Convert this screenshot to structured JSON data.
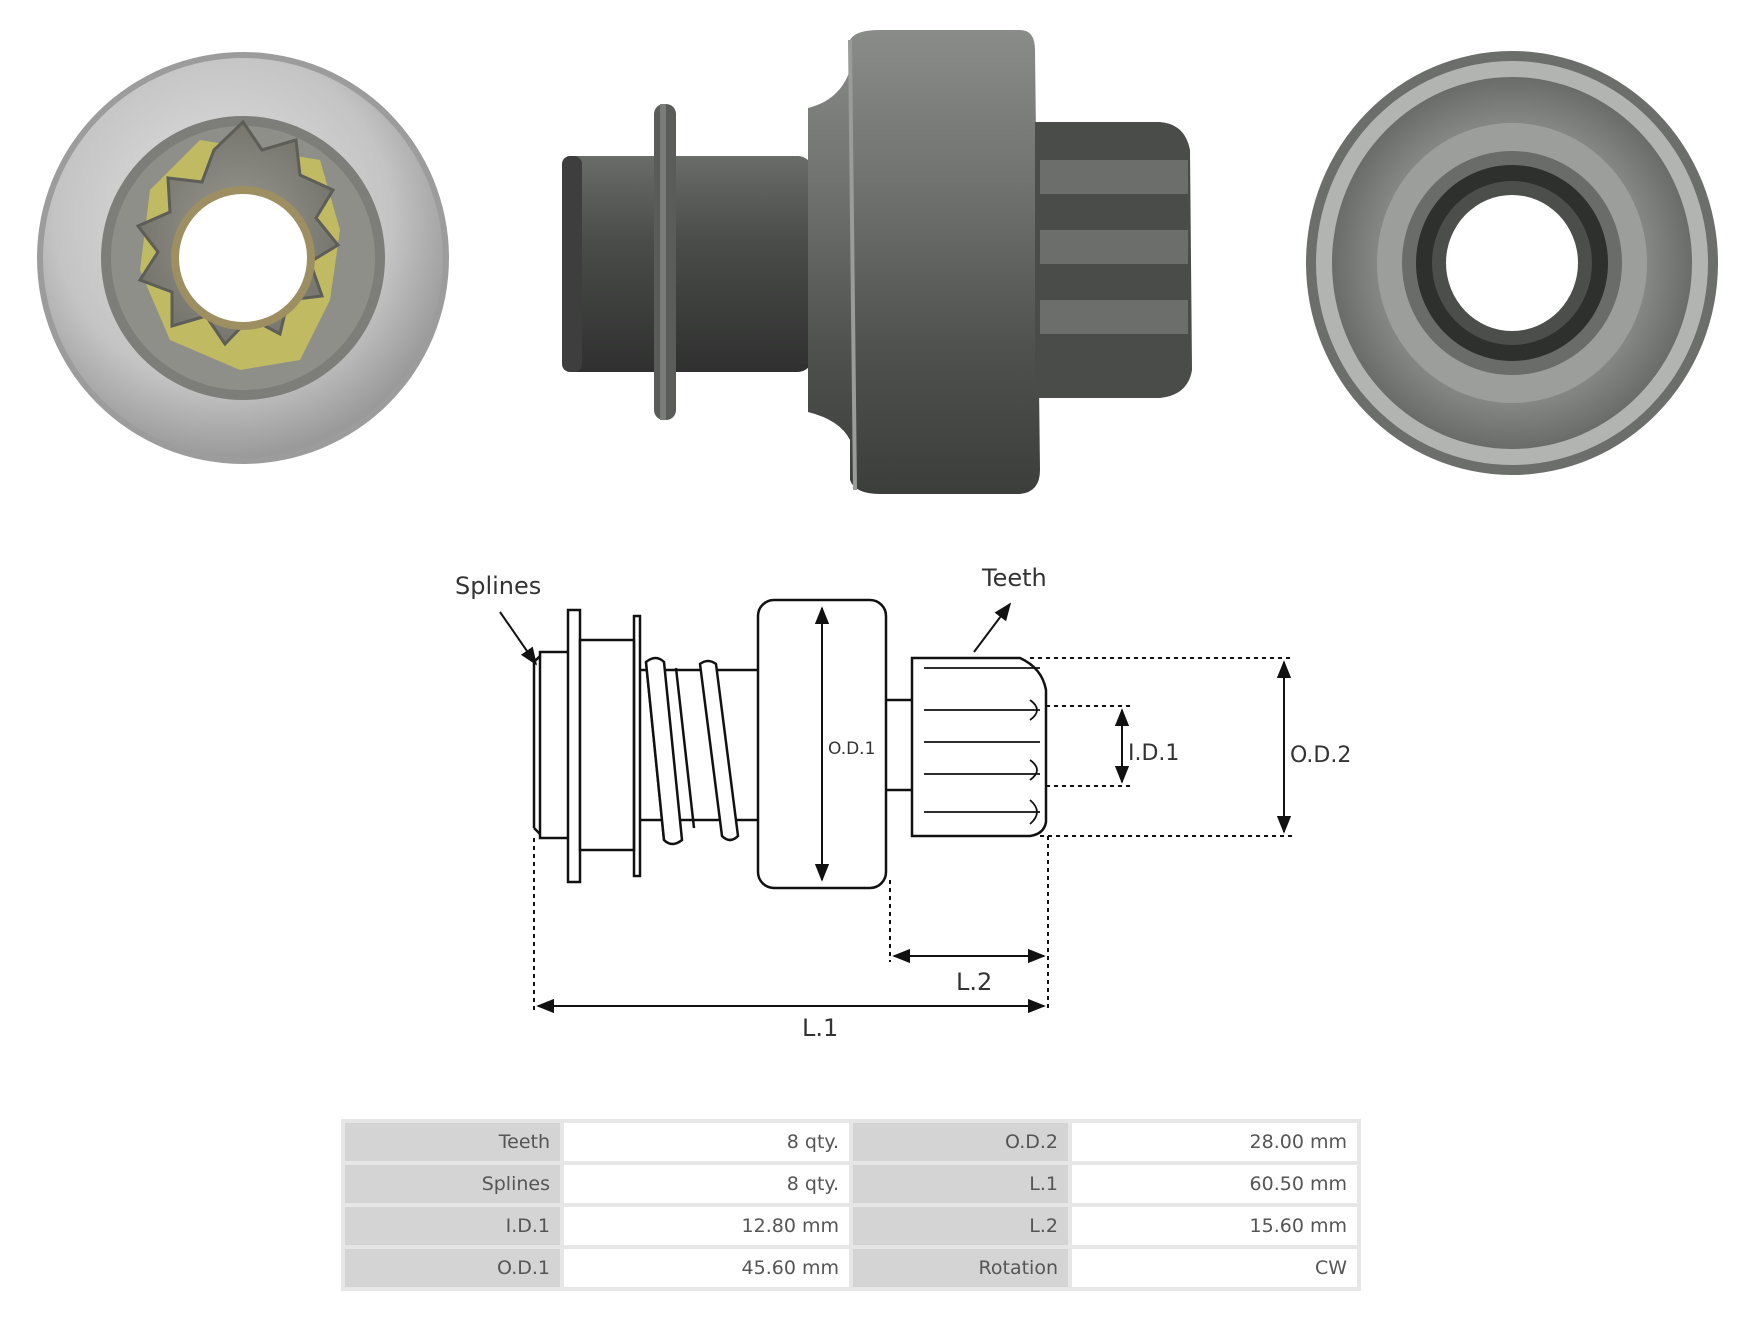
{
  "diagram": {
    "labels": {
      "splines": "Splines",
      "teeth": "Teeth",
      "od1": "O.D.1",
      "id1": "I.D.1",
      "od2": "O.D.2",
      "l1": "L.1",
      "l2": "L.2"
    }
  },
  "specs": {
    "rows": [
      {
        "label": "Teeth",
        "value": "8 qty.",
        "label2": "O.D.2",
        "value2": "28.00 mm"
      },
      {
        "label": "Splines",
        "value": "8 qty.",
        "label2": "L.1",
        "value2": "60.50 mm"
      },
      {
        "label": "I.D.1",
        "value": "12.80 mm",
        "label2": "L.2",
        "value2": "15.60 mm"
      },
      {
        "label": "O.D.1",
        "value": "45.60 mm",
        "label2": "Rotation",
        "value2": "CW"
      }
    ]
  },
  "colors": {
    "metal_light": "#c8c8c8",
    "metal_dark": "#5a5c5a",
    "yellow_grease": "#d8d060"
  }
}
